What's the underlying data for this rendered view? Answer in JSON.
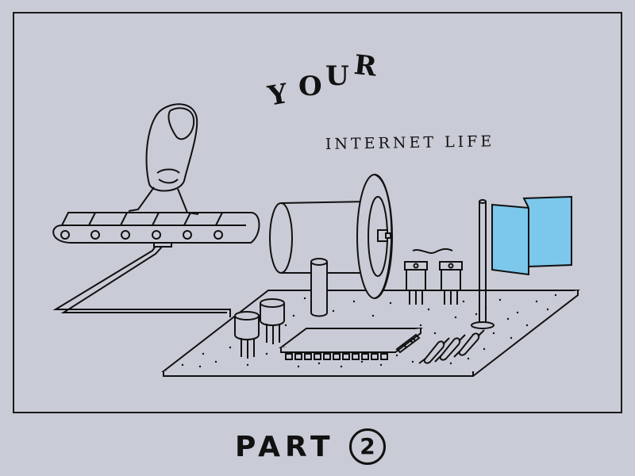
{
  "title": {
    "letters": [
      "Y",
      "O",
      "U",
      "R"
    ],
    "subtitle": "INTERNET LIFE"
  },
  "footer": {
    "part_label": "PART",
    "part_number": "2"
  },
  "icons": {
    "finger": "finger-walking-icon",
    "conveyor": "conveyor-belt-icon",
    "board": "circuit-board-icon",
    "speaker": "speaker-drum-icon",
    "flag": "flag-icon"
  },
  "colors": {
    "background": "#c9ccd6",
    "ink": "#111111",
    "flag": "#7cc8ec"
  }
}
